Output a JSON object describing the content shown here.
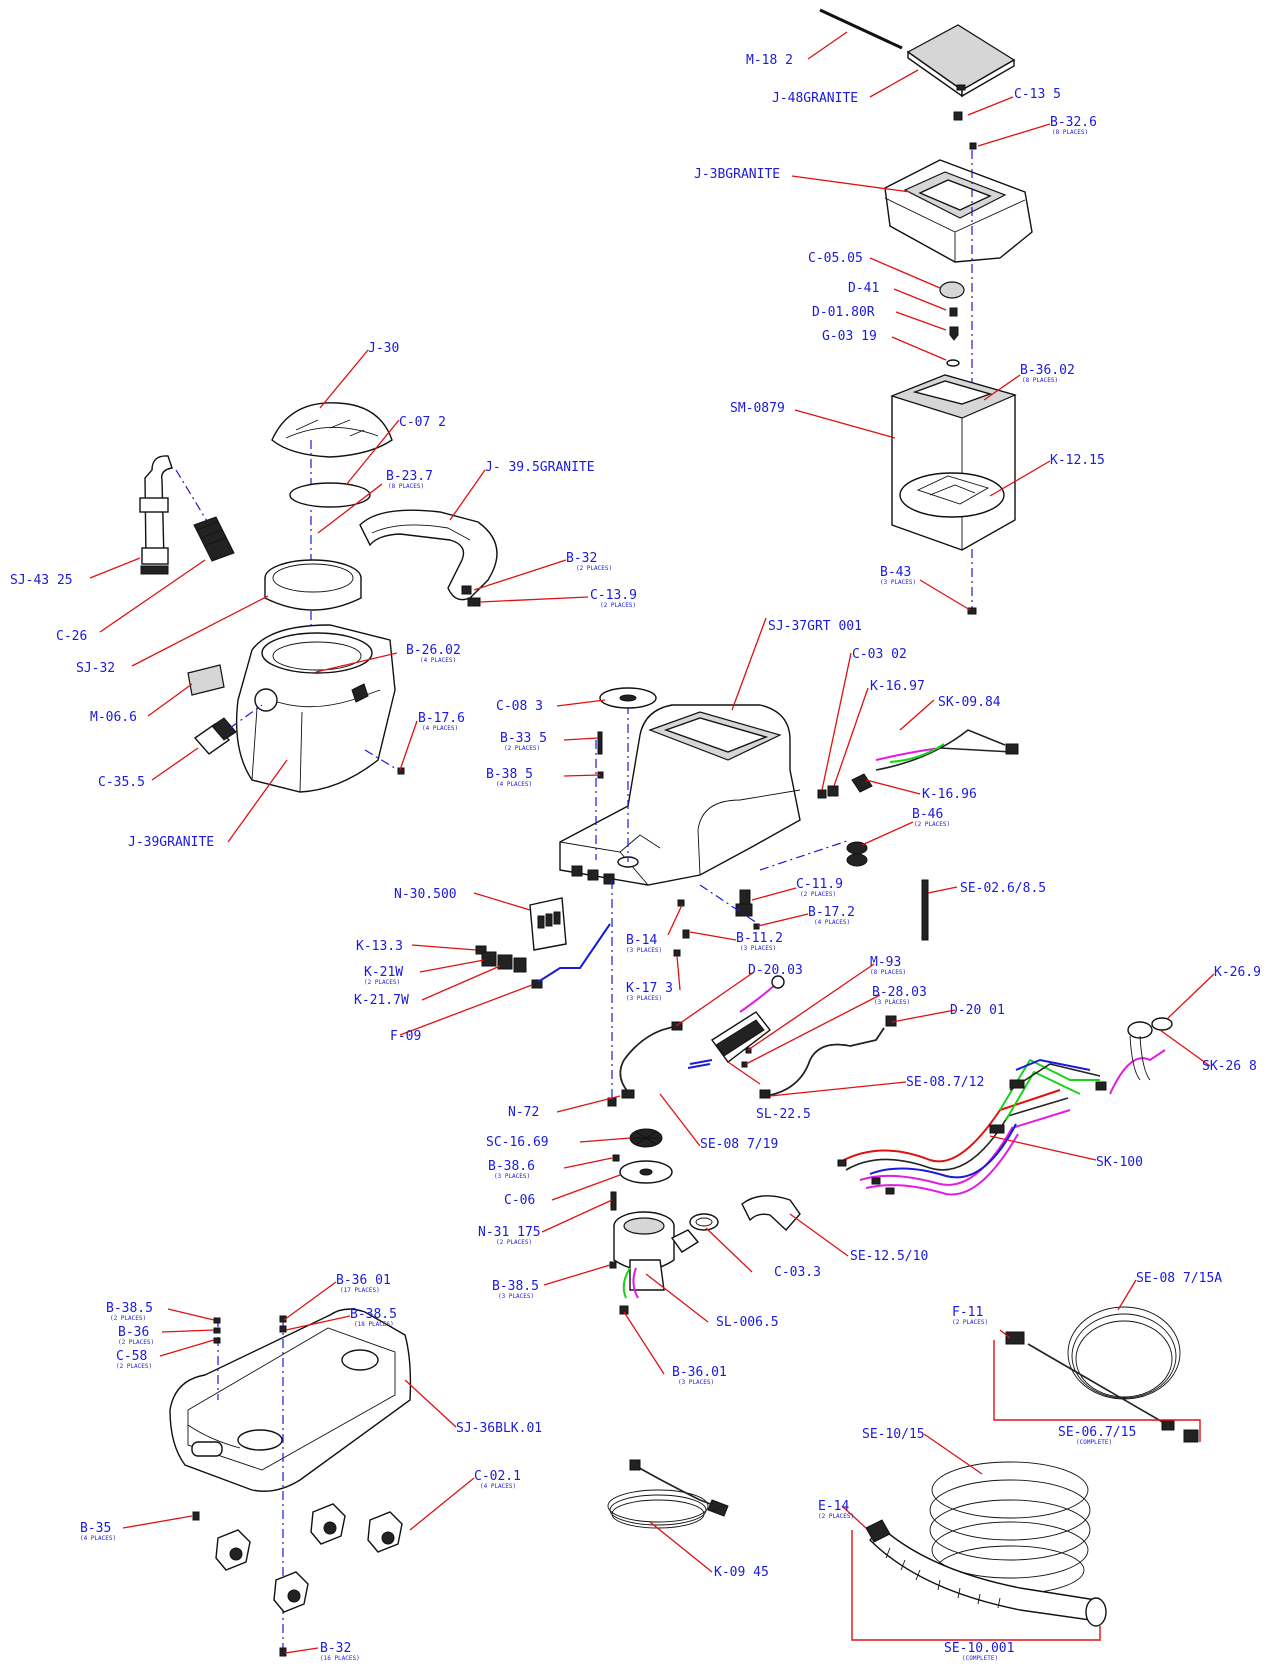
{
  "labels": {
    "m_18_2": "M-18 2",
    "j_48granite": "J-48GRANITE",
    "c_13_5": "C-13 5",
    "b_32_6": "B-32.6",
    "b_32_6_sub": "(8 PLACES)",
    "j_3bgranite": "J-3BGRANITE",
    "c_05_05": "C-05.05",
    "d_41": "D-41",
    "d_01_80r": "D-01.80R",
    "g_03_19": "G-03 19",
    "b_36_02": "B-36.02",
    "b_36_02_sub": "(8 PLACES)",
    "sm_0879": "SM-0879",
    "k_12_15": "K-12.15",
    "b_43": "B-43",
    "b_43_sub": "(3 PLACES)",
    "j_30": "J-30",
    "c_07_2": "C-07 2",
    "b_23_7": "B-23.7",
    "b_23_7_sub": "(8 PLACES)",
    "j_39_5granite": "J- 39.5GRANITE",
    "b_32_a": "B-32",
    "b_32_a_sub": "(2 PLACES)",
    "c_13_9": "C-13.9",
    "c_13_9_sub": "(2 PLACES)",
    "sj_43_25": "SJ-43 25",
    "c_26": "C-26",
    "sj_32": "SJ-32",
    "b_26_02": "B-26.02",
    "b_26_02_sub": "(4 PLACES)",
    "m_06_6": "M-06.6",
    "b_17_6": "B-17.6",
    "b_17_6_sub": "(4 PLACES)",
    "c_35_5": "C-35.5",
    "j_39granite": "J-39GRANITE",
    "sj_37grt_001": "SJ-37GRT 001",
    "c_08_3": "C-08 3",
    "b_33_5": "B-33 5",
    "b_33_5_sub": "(2 PLACES)",
    "b_38_5a": "B-38 5",
    "b_38_5a_sub": "(4 PLACES)",
    "c_03_02": "C-03 02",
    "k_16_97": "K-16.97",
    "sk_09_84": "SK-09.84",
    "k_16_96": "K-16.96",
    "b_46": "B-46",
    "b_46_sub": "(2 PLACES)",
    "n_30_500": "N-30.500",
    "c_11_9": "C-11.9",
    "c_11_9_sub": "(2 PLACES)",
    "se_02_6_8_5": "SE-02.6/8.5",
    "b_17_2": "B-17.2",
    "b_17_2_sub": "(4 PLACES)",
    "k_13_3": "K-13.3",
    "k_21w": "K-21W",
    "k_21w_sub": "(2 PLACES)",
    "k_21_7w": "K-21.7W",
    "f_09": "F-09",
    "b_14": "B-14",
    "b_14_sub": "(3 PLACES)",
    "b_11_2": "B-11.2",
    "b_11_2_sub": "(3 PLACES)",
    "k_17_3": "K-17 3",
    "k_17_3_sub": "(3 PLACES)",
    "d_20_03": "D-20.03",
    "m_93": "M-93",
    "m_93_sub": "(8 PLACES)",
    "b_28_03": "B-28.03",
    "b_28_03_sub": "(3 PLACES)",
    "d_20_01": "D-20 01",
    "k_26_9": "K-26.9",
    "sk_26_8": "SK-26 8",
    "se_08_7_12": "SE-08.7/12",
    "n_72": "N-72",
    "sl_22_5": "SL-22.5",
    "sc_16_69": "SC-16.69",
    "se_08_7_19": "SE-08 7/19",
    "sk_100": "SK-100",
    "b_38_6": "B-38.6",
    "b_38_6_sub": "(3 PLACES)",
    "c_06": "C-06",
    "n_31_175": "N-31 175",
    "n_31_175_sub": "(2 PLACES)",
    "c_03_3": "C-03.3",
    "se_12_5_10": "SE-12.5/10",
    "b_38_5b": "B-38.5",
    "b_38_5b_sub": "(3 PLACES)",
    "sl_006_5": "SL-006.5",
    "b_36_01a": "B-36.01",
    "b_36_01a_sub": "(3 PLACES)",
    "se_08_7_15a": "SE-08 7/15A",
    "f_11": "F-11",
    "f_11_sub": "(2 PLACES)",
    "se_06_7_15": "SE-06.7/15",
    "se_06_7_15_sub": "(COMPLETE)",
    "b_38_5c": "B-38.5",
    "b_38_5c_sub": "(2 PLACES)",
    "b_36": "B-36",
    "b_36_sub": "(2 PLACES)",
    "c_58": "C-58",
    "c_58_sub": "(2 PLACES)",
    "b_36_01b": "B-36 01",
    "b_36_01b_sub": "(17 PLACES)",
    "b_38_5d": "B-38.5",
    "b_38_5d_sub": "(18 PLACES)",
    "sj_36blk_01": "SJ-36BLK.01",
    "c_02_1": "C-02.1",
    "c_02_1_sub": "(4 PLACES)",
    "b_35": "B-35",
    "b_35_sub": "(4 PLACES)",
    "b_32_b": "B-32",
    "b_32_b_sub": "(16 PLACES)",
    "k_09_45": "K-09 45",
    "se_10_15": "SE-10/15",
    "e_14": "E-14",
    "e_14_sub": "(2 PLACES)",
    "se_10_001": "SE-10.001",
    "se_10_001_sub": "(COMPLETE)"
  },
  "colors": {
    "label": "#1a1adb",
    "leader": "#e01010",
    "wire_green": "#17d417",
    "wire_magenta": "#e21ae2"
  }
}
